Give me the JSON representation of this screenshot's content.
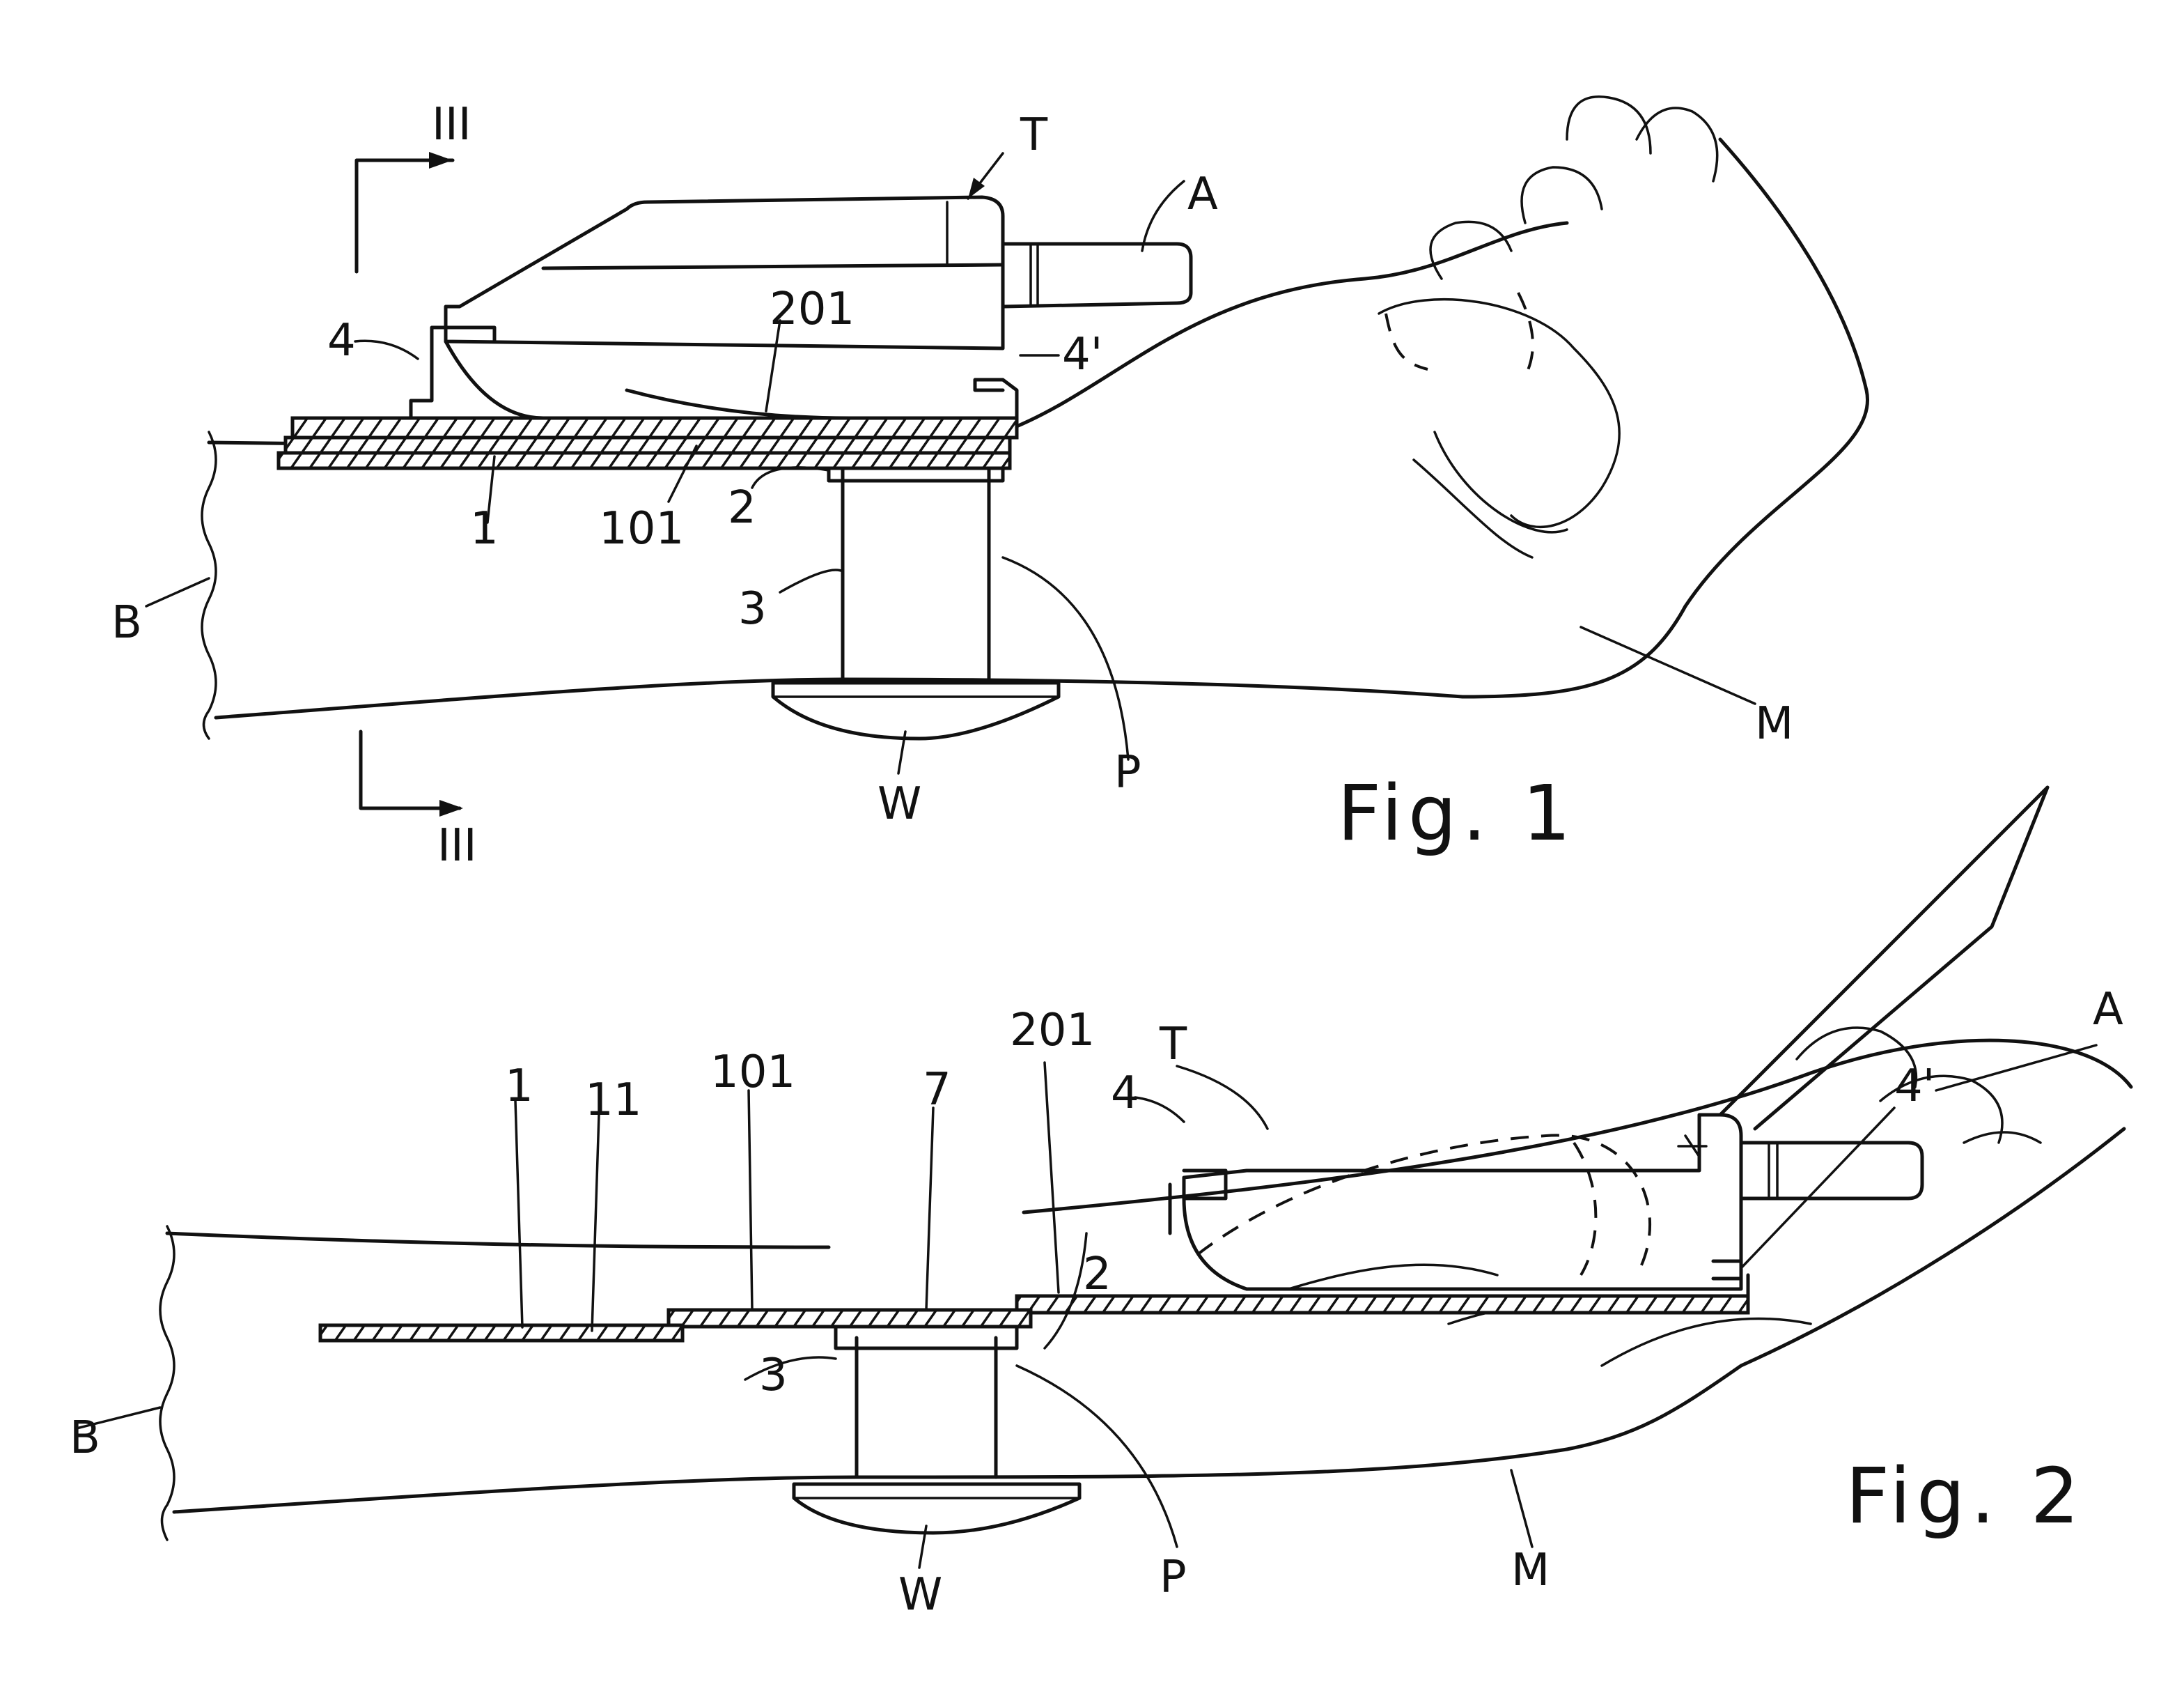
{
  "figures": [
    {
      "caption": "Fig. 1",
      "labels": {
        "section_top": "III",
        "section_bottom": "III",
        "T": "T",
        "A": "A",
        "four": "4",
        "four_prime": "4'",
        "l201": "201",
        "l1": "1",
        "l101": "101",
        "l2": "2",
        "l3": "3",
        "B": "B",
        "P": "P",
        "W": "W",
        "M": "M"
      }
    },
    {
      "caption": "Fig. 2",
      "labels": {
        "T": "T",
        "A": "A",
        "four": "4",
        "four_prime": "4'",
        "l201": "201",
        "l101": "101",
        "l1": "1",
        "l11": "11",
        "l7": "7",
        "l2": "2",
        "l3": "3",
        "B": "B",
        "P": "P",
        "W": "W",
        "M": "M"
      }
    }
  ]
}
